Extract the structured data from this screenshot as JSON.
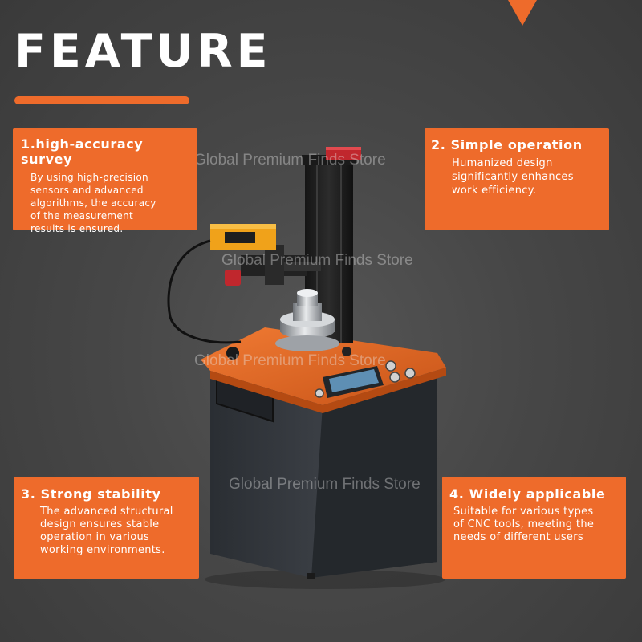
{
  "header": {
    "title": "FEATURE"
  },
  "features": [
    {
      "title": "1.high-accuracy survey",
      "lines": [
        "By using high-precision",
        "sensors and advanced",
        "algorithms, the accuracy",
        "of the measurement",
        "results is ensured."
      ]
    },
    {
      "title": "2. Simple operation",
      "lines": [
        "Humanized design",
        "significantly enhances",
        "work efficiency."
      ]
    },
    {
      "title": "3. Strong stability",
      "lines": [
        "The advanced structural",
        "design ensures stable",
        "operation in various",
        "working environments."
      ]
    },
    {
      "title": "4. Widely applicable",
      "lines": [
        "Suitable for various types",
        "of CNC tools, meeting the",
        "needs of different users"
      ]
    }
  ],
  "watermark": "Global Premium Finds Store",
  "colors": {
    "accent": "#ee6b2b",
    "background": "#474747",
    "text": "#ffffff"
  }
}
